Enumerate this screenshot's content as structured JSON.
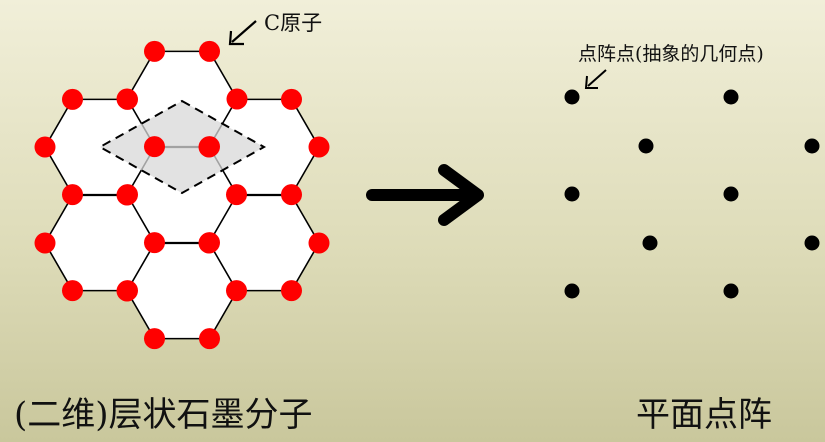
{
  "labels": {
    "carbon_atom": "C原子",
    "lattice_point": "点阵点(抽象的几何点)",
    "left_caption": "(二维)层状石墨分子",
    "right_caption": "平面点阵"
  },
  "colors": {
    "background_top": "#f1efd9",
    "background_bottom": "#c9c79c",
    "hexagon_fill": "#ffffff",
    "atom": "#ff0000",
    "unit_cell_fill": "#d8d8d8",
    "lattice_dot": "#000000",
    "arrow": "#000000"
  },
  "icons": {
    "pointer": "arrow-down-left-icon",
    "transform": "arrow-right-icon"
  }
}
